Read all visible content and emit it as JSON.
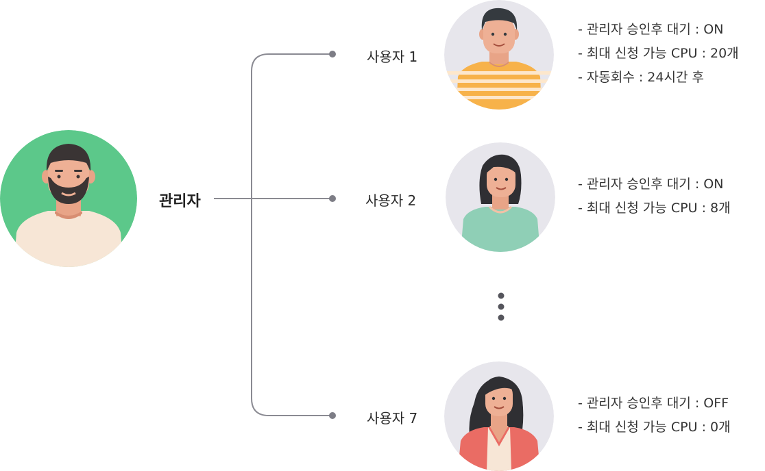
{
  "admin": {
    "label": "관리자"
  },
  "users": [
    {
      "name": "사용자 1",
      "details": [
        "- 관리자 승인후 대기 : ON",
        "- 최대 신청 가능 CPU : 20개",
        "- 자동회수 : 24시간 후"
      ]
    },
    {
      "name": "사용자 2",
      "details": [
        "- 관리자 승인후 대기 : ON",
        "- 최대 신청 가능 CPU : 8개"
      ]
    },
    {
      "name": "사용자 7",
      "details": [
        "- 관리자 승인후 대기 : OFF",
        "- 최대 신청 가능 CPU : 0개"
      ]
    }
  ],
  "colors": {
    "admin_bg": "#5cc88a",
    "user_bg": "#e7e6ec",
    "connector": "#8a8a92",
    "user1_shirt": "#f7b24a",
    "user2_shirt": "#8fcfb6",
    "user7_shirt": "#ea6c64"
  }
}
